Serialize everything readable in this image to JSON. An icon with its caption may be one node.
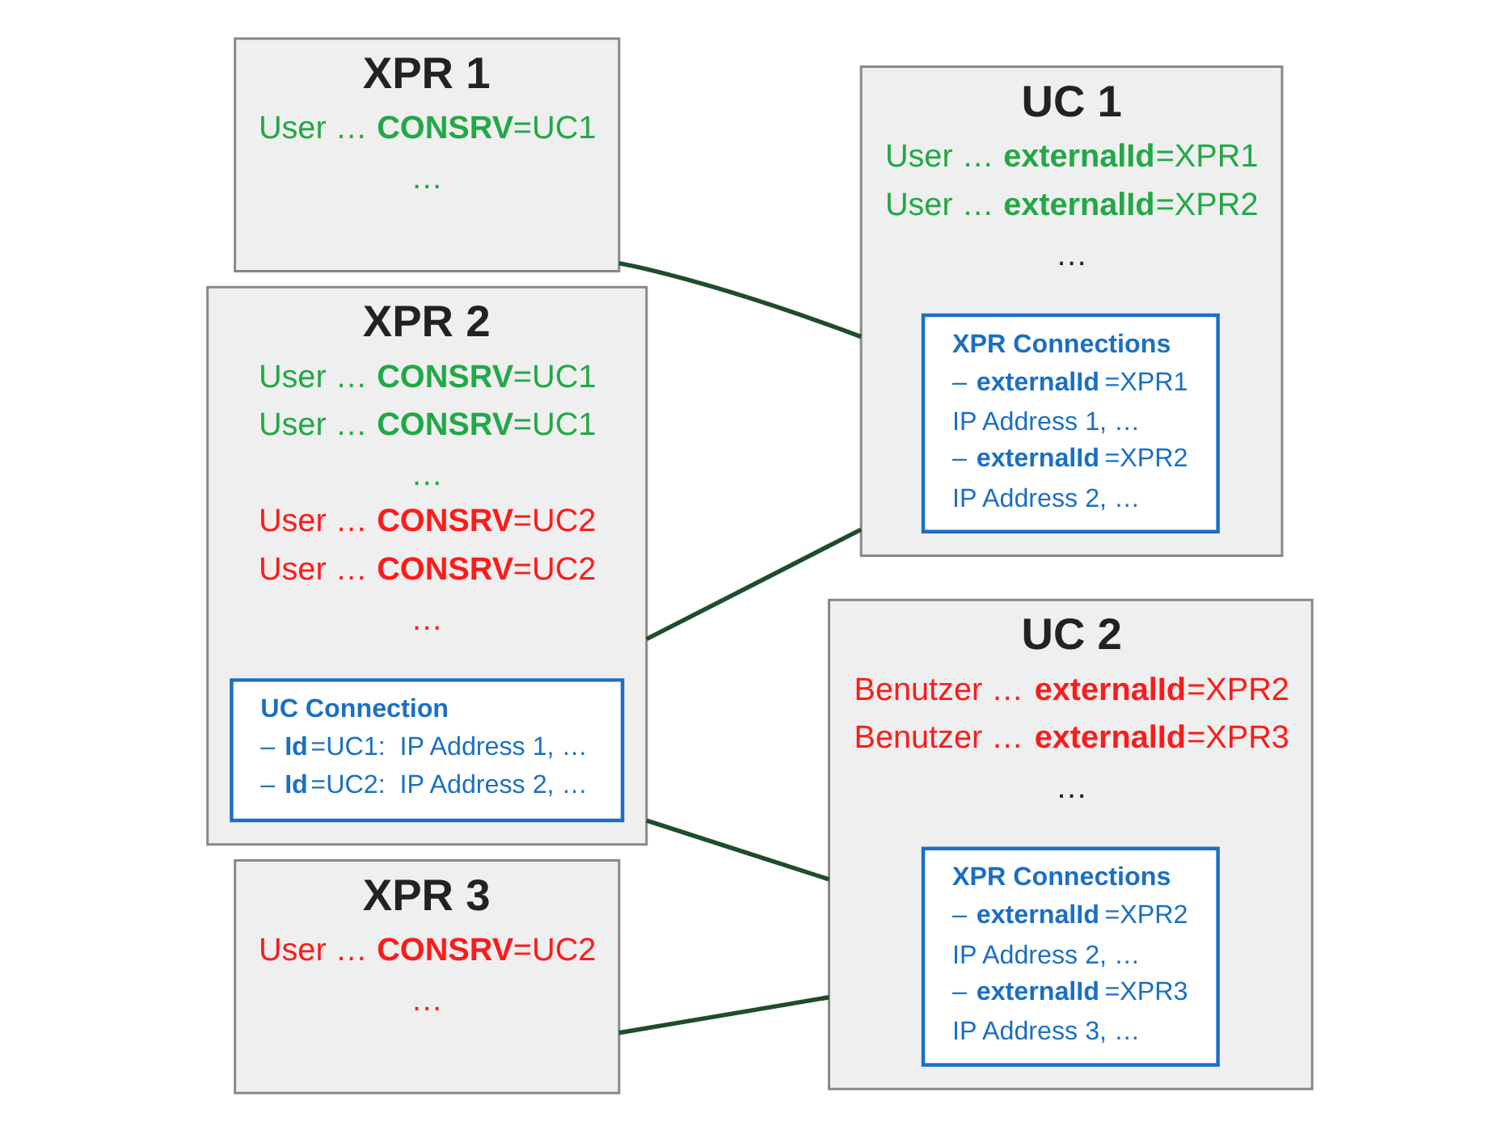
{
  "diagram": {
    "nodes": [
      {
        "text": [
          "XPR 1",
          "User … **CONSRV**=UC1",
          "…"
        ]
      },
      {
        "text": [
          "UC 1",
          "User … **externalId**=XPR1",
          "User … **externalId**=XPR2",
          "…"
        ]
      },
      {
        "text": [
          "XPR Connections",
          "– **externalId**=XPR1",
          "IP Address 1, …",
          "– **externalId**=XPR2",
          "IP Address 2, …"
        ],
        "in": 1
      },
      {
        "text": [
          "XPR 2",
          "User … **CONSRV**=UC1",
          "User … **CONSRV**=UC1",
          "…",
          "User … **CONSRV**=UC2",
          "User … **CONSRV**=UC2",
          "…"
        ]
      },
      {
        "text": [
          "UC Connection",
          "– **Id**=UC1:  IP Address 1, …",
          "– **Id**=UC2:  IP Address 2, …"
        ],
        "in": 3
      },
      {
        "text": [
          "UC 2",
          "Benutzer … **externalId**=XPR2",
          "Benutzer … **externalId**=XPR3",
          "…"
        ]
      },
      {
        "text": [
          "XPR Connections",
          "– **externalId**=XPR2",
          "IP Address 2, …",
          "– **externalId**=XPR3",
          "IP Address 3, …"
        ],
        "in": 5
      },
      {
        "text": [
          "XPR 3",
          "User … **CONSRV**=UC2",
          "…"
        ]
      }
    ],
    "edges": [
      {
        "from": 0,
        "to": 1,
        "arrow": "none"
      },
      {
        "from": 3,
        "to": 1,
        "arrow": "none"
      },
      {
        "from": 3,
        "to": 5,
        "arrow": "none"
      },
      {
        "from": 7,
        "to": 5,
        "arrow": "none"
      }
    ]
  }
}
